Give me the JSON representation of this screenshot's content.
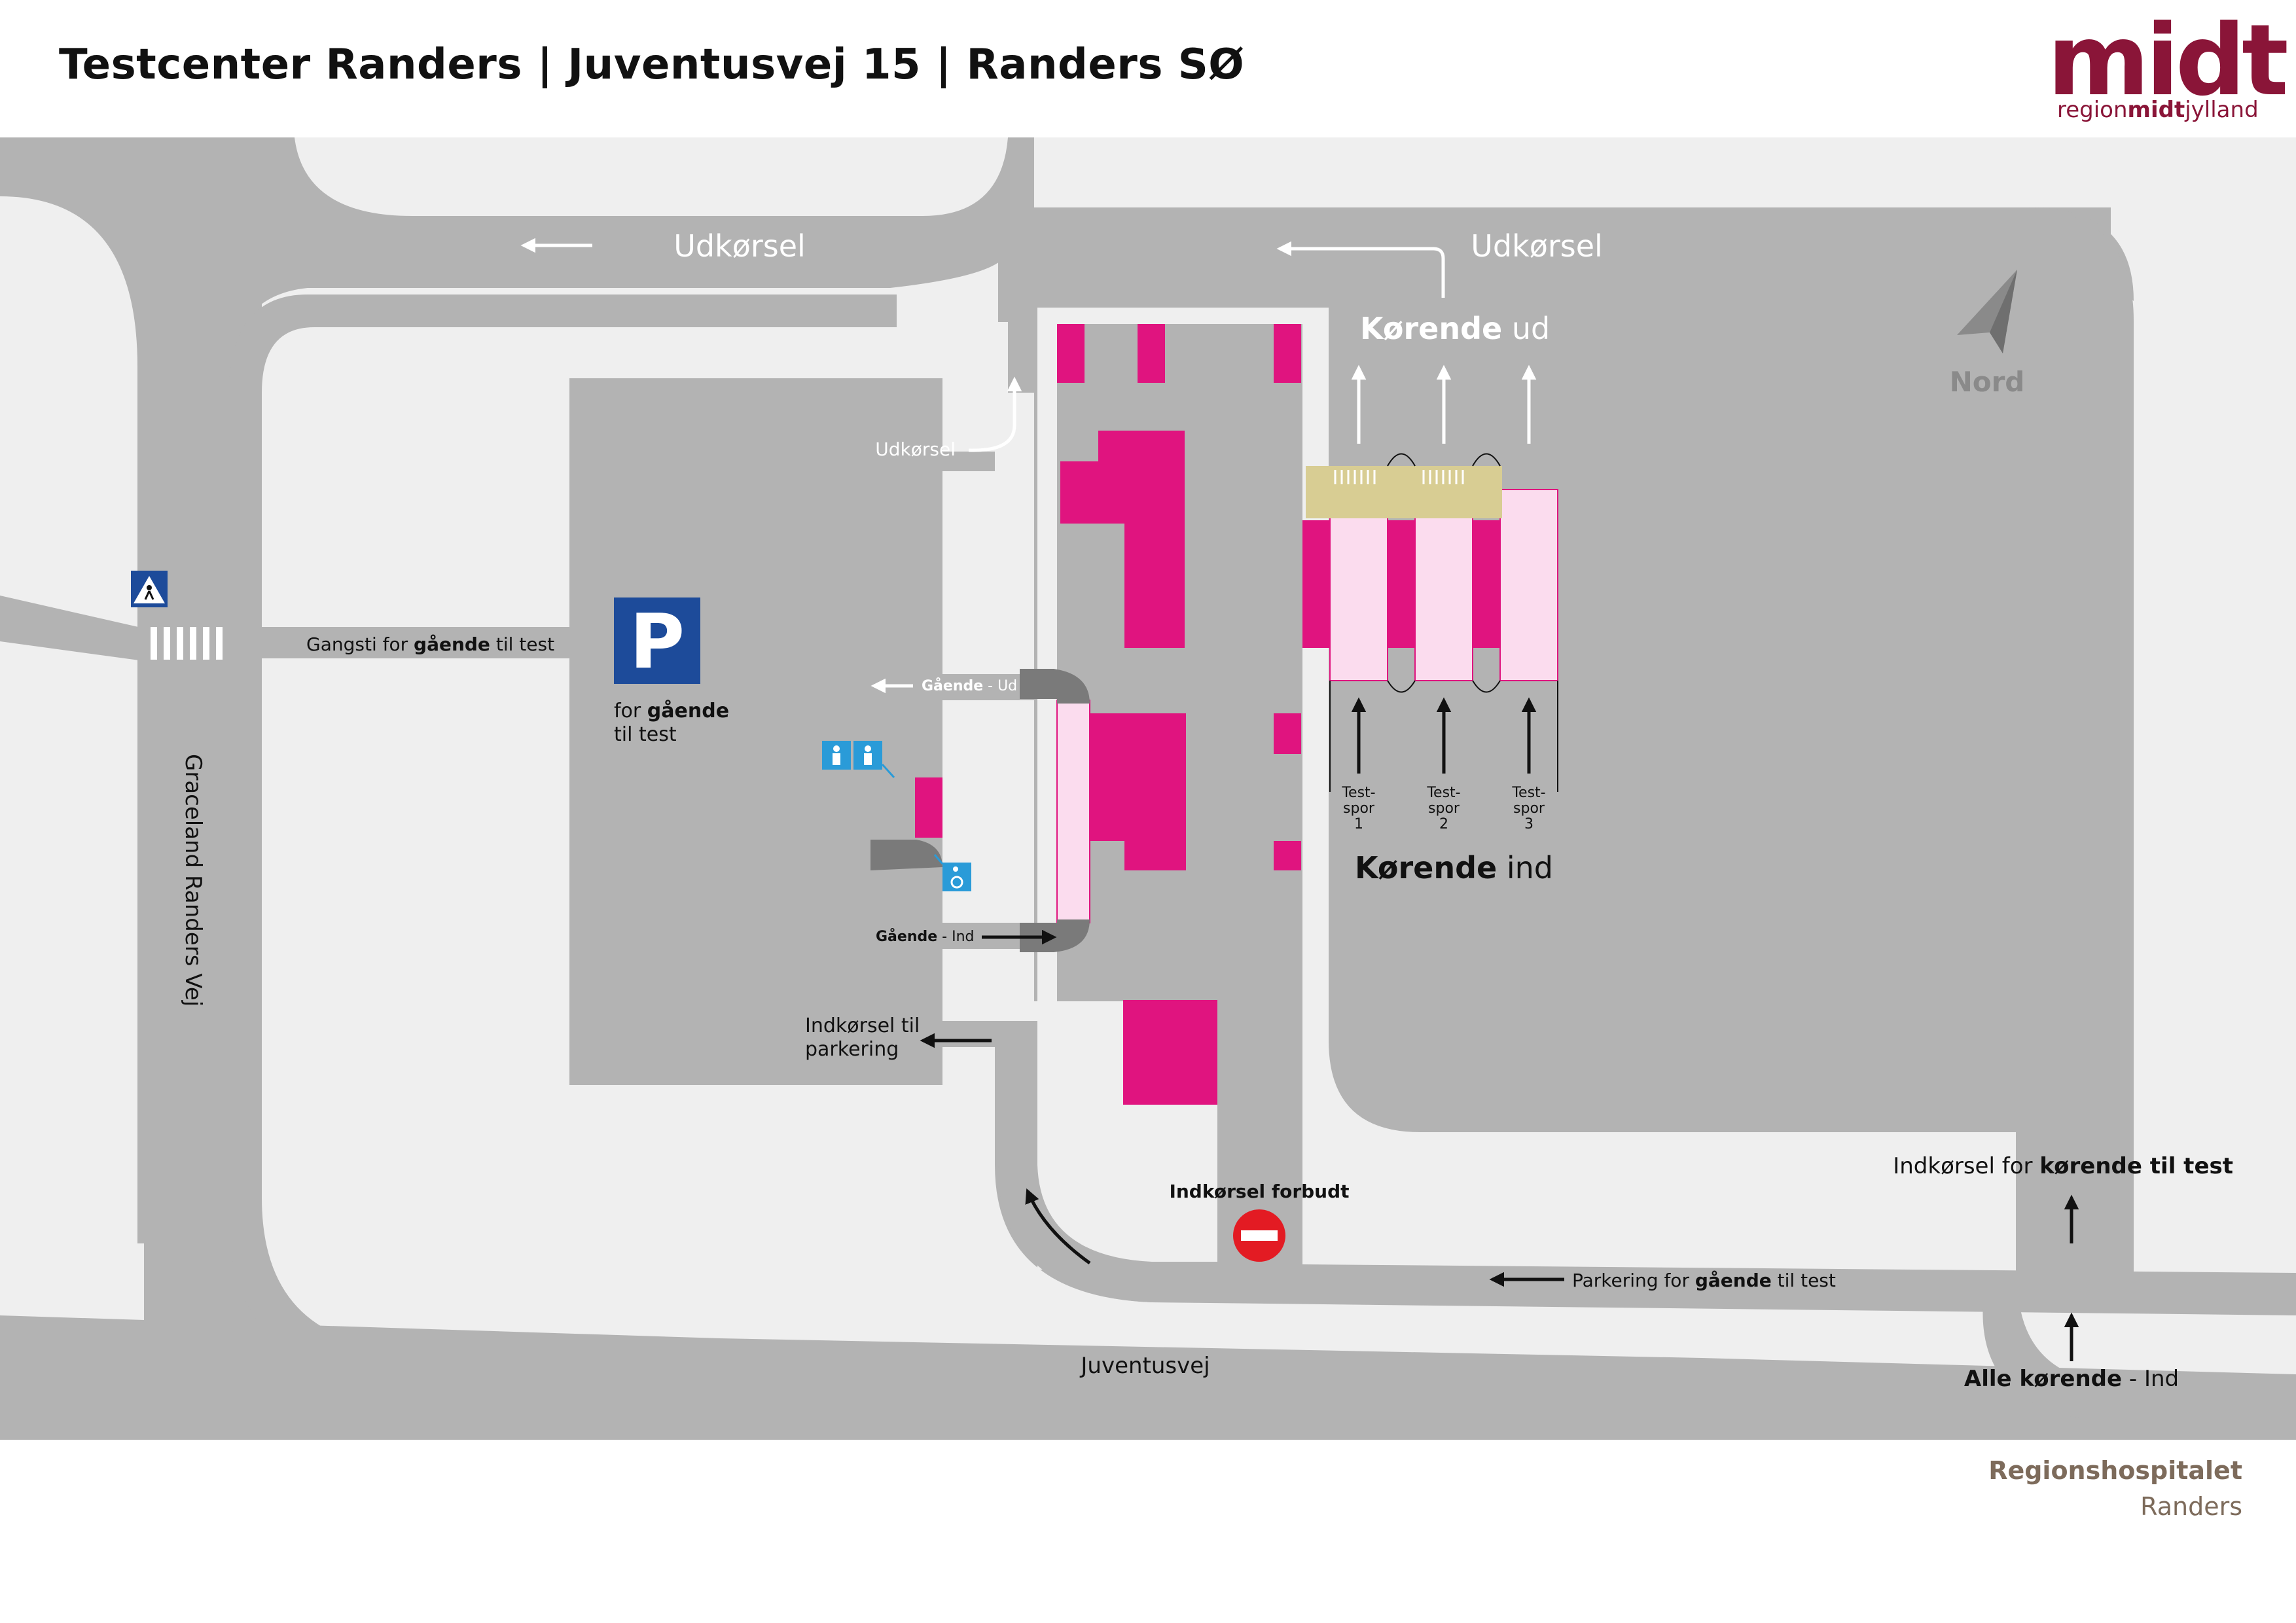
{
  "header": {
    "title": "Testcenter Randers | Juventusvej 15 | Randers SØ"
  },
  "logo": {
    "main": "midt",
    "sub_region": "region",
    "sub_midt": "midt",
    "sub_jylland": "jylland"
  },
  "footer": {
    "hospital": "Regionshospitalet",
    "city": "Randers"
  },
  "map": {
    "colors": {
      "background": "#efefef",
      "road": "#b3b3b3",
      "building": "#e0147f",
      "test_lane": "#fbdcee",
      "canopy": "#d8cd93",
      "parking_sign": "#1d4b9a",
      "info_sign": "#2a9bd8",
      "no_entry": "#e31b23"
    },
    "labels": {
      "udkorsel_left": "Udkørsel",
      "udkorsel_right": "Udkørsel",
      "udkorsel_small": "Udkørsel",
      "korende_ud_bold": "Kørende",
      "korende_ud_rest": " ud",
      "nord": "Nord",
      "gangsti_pre": "Gangsti for ",
      "gangsti_bold": "gående",
      "gangsti_post": " til test",
      "parking_for": "for ",
      "parking_bold": "gående",
      "parking_line2": "til test",
      "gaende_ud_bold": "Gående",
      "gaende_ud_rest": " - Ud",
      "gaende_ind_bold": "Gående",
      "gaende_ind_rest": " - Ind",
      "indkorsel_parkering_1": "Indkørsel til",
      "indkorsel_parkering_2": "parkering",
      "indkorsel_forbudt": "Indkørsel forbudt",
      "parkering_gaende_pre": "Parkering for ",
      "parkering_gaende_bold": "gående",
      "parkering_gaende_post": " til test",
      "indkorsel_korende_pre": "Indkørsel for ",
      "indkorsel_korende_bold": "kørende til test",
      "alle_korende_bold": "Alle kørende",
      "alle_korende_rest": " - Ind",
      "korende_ind_bold": "Kørende",
      "korende_ind_rest": " ind",
      "juventusvej": "Juventusvej",
      "graceland": "Graceland Randers Vej"
    },
    "parking_sign_letter": "P",
    "test_lanes": [
      {
        "line1": "Test-",
        "line2": "spor",
        "line3": "1"
      },
      {
        "line1": "Test-",
        "line2": "spor",
        "line3": "2"
      },
      {
        "line1": "Test-",
        "line2": "spor",
        "line3": "3"
      }
    ],
    "icons": [
      "pedestrian-crossing-icon",
      "parking-icon",
      "toilet-icon",
      "wheelchair-icon",
      "no-entry-icon",
      "north-arrow-icon"
    ]
  }
}
